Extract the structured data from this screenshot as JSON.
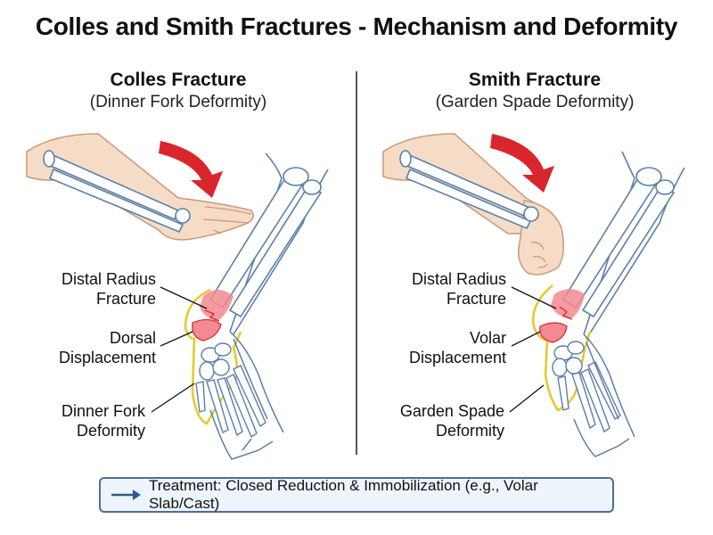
{
  "title": "Colles and Smith Fractures - Mechanism and Deformity",
  "panels": [
    {
      "title": "Colles Fracture",
      "subtitle": "(Dinner Fork Deformity)",
      "labels": {
        "fracture": [
          "Distal Radius",
          "Fracture"
        ],
        "displacement": [
          "Dorsal",
          "Displacement"
        ],
        "deformity": [
          "Dinner Fork",
          "Deformity"
        ]
      }
    },
    {
      "title": "Smith Fracture",
      "subtitle": "(Garden Spade Deformity)",
      "labels": {
        "fracture": [
          "Distal Radius",
          "Fracture"
        ],
        "displacement": [
          "Volar",
          "Displacement"
        ],
        "deformity": [
          "Garden Spade",
          "Deformity"
        ]
      }
    }
  ],
  "treatment": "Treatment: Closed Reduction & Immobilization (e.g., Volar Slab/Cast)",
  "colors": {
    "force_arrow": "#d9262c",
    "fracture": "#f28a92",
    "deformity_outline": "#e8c930",
    "bone_outline": "#5b7faa",
    "skin": "#f6dcc6",
    "skin_outline": "#c99a7c"
  }
}
